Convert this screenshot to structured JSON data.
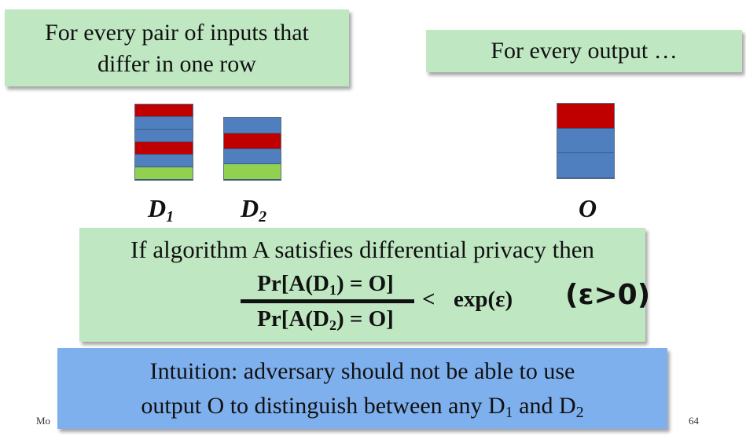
{
  "box_pair": {
    "line1": "For every pair of inputs that",
    "line2": "differ in one row"
  },
  "box_output": {
    "text": "For every output …"
  },
  "labels": {
    "d1": {
      "letter": "D",
      "sub": "1"
    },
    "d2": {
      "letter": "D",
      "sub": "2"
    },
    "o": "O"
  },
  "stacks": {
    "d1": [
      "red",
      "blue",
      "blue",
      "red",
      "blue",
      "green"
    ],
    "d2": [
      "blue",
      "red",
      "blue",
      "green"
    ],
    "o": [
      "red",
      "blue",
      "blue"
    ]
  },
  "colors": {
    "red_row": "#c00000",
    "blue_row": "#4f7fbf",
    "green_row": "#92d050",
    "green_box": "#bfe8c2",
    "blue_box": "#7fb0ee"
  },
  "dp": {
    "statement": "If algorithm A satisfies differential privacy then",
    "numerator": {
      "pre": "Pr[A(D",
      "sub": "1",
      "post": ") = O]"
    },
    "denominator": {
      "pre": "Pr[A(D",
      "sub": "2",
      "post": ") = O]"
    },
    "lt": "<",
    "exp": "exp(ε)",
    "condition": "(ε>0)"
  },
  "intuition": {
    "line1": "Intuition: adversary should not be able to use",
    "line2_pre": "output O to distinguish between any D",
    "line2_sub1": "1",
    "line2_mid": " and D",
    "line2_sub2": "2"
  },
  "footer": {
    "left": "Mo",
    "page": "64"
  }
}
